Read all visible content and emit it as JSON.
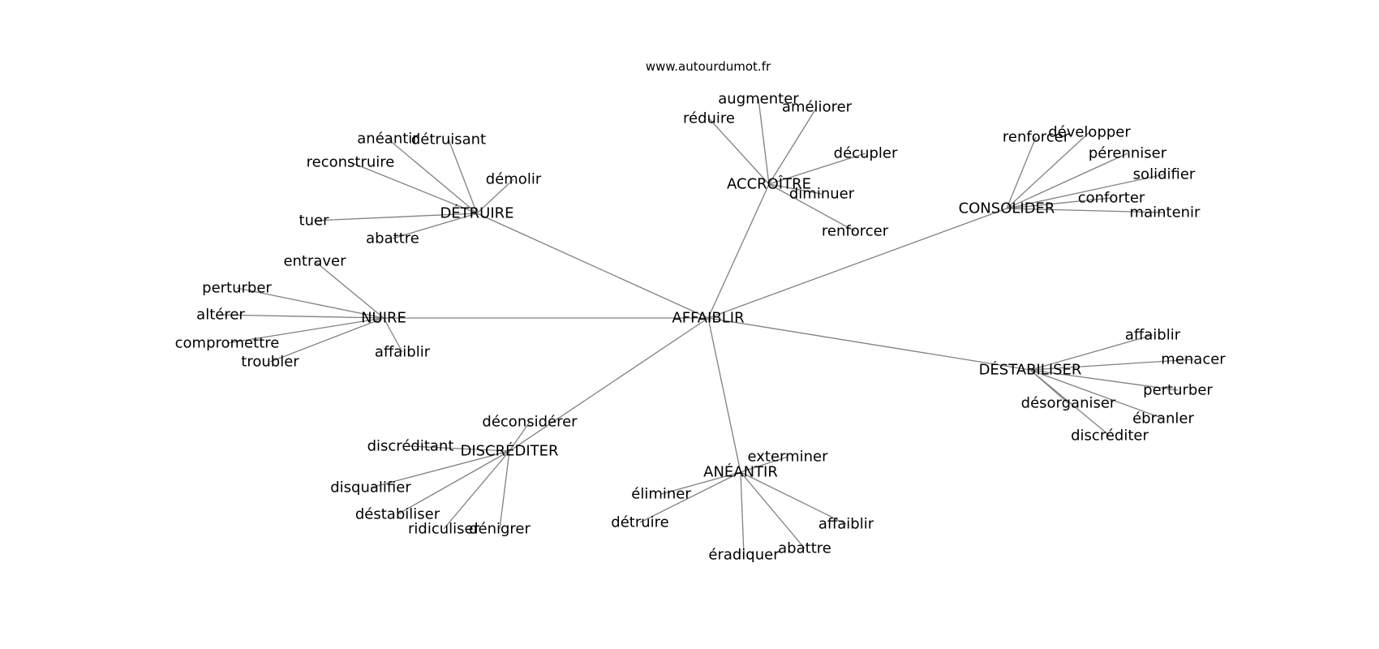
{
  "site": "www.autourdumot.fr",
  "graph": {
    "center": "AFFAIBLIR",
    "nodes": {
      "center": "AFFAIBLIR",
      "detruire": "DÉTRUIRE",
      "accroitre": "ACCROÎTRE",
      "consolider": "CONSOLIDER",
      "nuire": "NUIRE",
      "destabiliser": "DÉSTABILISER",
      "discrediter": "DISCRÉDITER",
      "aneantir": "ANÉANTIR",
      "detruire_reconstruire": "reconstruire",
      "detruire_aneantir": "anéantir",
      "detruire_detruisant": "détruisant",
      "detruire_demolir": "démolir",
      "detruire_tuer": "tuer",
      "detruire_abattre": "abattre",
      "accroitre_augmenter": "augmenter",
      "accroitre_reduire": "réduire",
      "accroitre_ameliorer": "améliorer",
      "accroitre_decupler": "décupler",
      "accroitre_diminuer": "diminuer",
      "accroitre_renforcer": "renforcer",
      "consolider_renforcer": "renforcer",
      "consolider_developper": "développer",
      "consolider_perenniser": "pérenniser",
      "consolider_solidifier": "solidifier",
      "consolider_conforter": "conforter",
      "consolider_maintenir": "maintenir",
      "nuire_entraver": "entraver",
      "nuire_perturber": "perturber",
      "nuire_alterer": "altérer",
      "nuire_compromettre": "compromettre",
      "nuire_troubler": "troubler",
      "nuire_affaiblir": "affaiblir",
      "destabiliser_affaiblir": "affaiblir",
      "destabiliser_menacer": "menacer",
      "destabiliser_perturber": "perturber",
      "destabiliser_desorganiser": "désorganiser",
      "destabiliser_ebranler": "ébranler",
      "destabiliser_discrediter": "discréditer",
      "discrediter_deconsiderer": "déconsidérer",
      "discrediter_discreditant": "discréditant",
      "discrediter_disqualifier": "disqualifier",
      "discrediter_destabiliser": "déstabiliser",
      "discrediter_ridiculiser": "ridiculiser",
      "discrediter_denigrer": "dénigrer",
      "aneantir_exterminer": "exterminer",
      "aneantir_eliminer": "éliminer",
      "aneantir_detruire": "détruire",
      "aneantir_eradiquer": "éradiquer",
      "aneantir_abattre": "abattre",
      "aneantir_affaiblir": "affaiblir"
    },
    "edges": [
      [
        "center",
        "detruire"
      ],
      [
        "center",
        "accroitre"
      ],
      [
        "center",
        "consolider"
      ],
      [
        "center",
        "nuire"
      ],
      [
        "center",
        "destabiliser"
      ],
      [
        "center",
        "discrediter"
      ],
      [
        "center",
        "aneantir"
      ],
      [
        "detruire",
        "detruire_reconstruire"
      ],
      [
        "detruire",
        "detruire_aneantir"
      ],
      [
        "detruire",
        "detruire_detruisant"
      ],
      [
        "detruire",
        "detruire_demolir"
      ],
      [
        "detruire",
        "detruire_tuer"
      ],
      [
        "detruire",
        "detruire_abattre"
      ],
      [
        "accroitre",
        "accroitre_augmenter"
      ],
      [
        "accroitre",
        "accroitre_reduire"
      ],
      [
        "accroitre",
        "accroitre_ameliorer"
      ],
      [
        "accroitre",
        "accroitre_decupler"
      ],
      [
        "accroitre",
        "accroitre_diminuer"
      ],
      [
        "accroitre",
        "accroitre_renforcer"
      ],
      [
        "consolider",
        "consolider_renforcer"
      ],
      [
        "consolider",
        "consolider_developper"
      ],
      [
        "consolider",
        "consolider_perenniser"
      ],
      [
        "consolider",
        "consolider_solidifier"
      ],
      [
        "consolider",
        "consolider_conforter"
      ],
      [
        "consolider",
        "consolider_maintenir"
      ],
      [
        "nuire",
        "nuire_entraver"
      ],
      [
        "nuire",
        "nuire_perturber"
      ],
      [
        "nuire",
        "nuire_alterer"
      ],
      [
        "nuire",
        "nuire_compromettre"
      ],
      [
        "nuire",
        "nuire_troubler"
      ],
      [
        "nuire",
        "nuire_affaiblir"
      ],
      [
        "destabiliser",
        "destabiliser_affaiblir"
      ],
      [
        "destabiliser",
        "destabiliser_menacer"
      ],
      [
        "destabiliser",
        "destabiliser_perturber"
      ],
      [
        "destabiliser",
        "destabiliser_desorganiser"
      ],
      [
        "destabiliser",
        "destabiliser_ebranler"
      ],
      [
        "destabiliser",
        "destabiliser_discrediter"
      ],
      [
        "discrediter",
        "discrediter_deconsiderer"
      ],
      [
        "discrediter",
        "discrediter_discreditant"
      ],
      [
        "discrediter",
        "discrediter_disqualifier"
      ],
      [
        "discrediter",
        "discrediter_destabiliser"
      ],
      [
        "discrediter",
        "discrediter_ridiculiser"
      ],
      [
        "discrediter",
        "discrediter_denigrer"
      ],
      [
        "aneantir",
        "aneantir_exterminer"
      ],
      [
        "aneantir",
        "aneantir_eliminer"
      ],
      [
        "aneantir",
        "aneantir_detruire"
      ],
      [
        "aneantir",
        "aneantir_eradiquer"
      ],
      [
        "aneantir",
        "aneantir_abattre"
      ],
      [
        "aneantir",
        "aneantir_affaiblir"
      ]
    ]
  },
  "colors": {
    "edge": "#808080",
    "text": "#000000",
    "background": "#ffffff"
  }
}
